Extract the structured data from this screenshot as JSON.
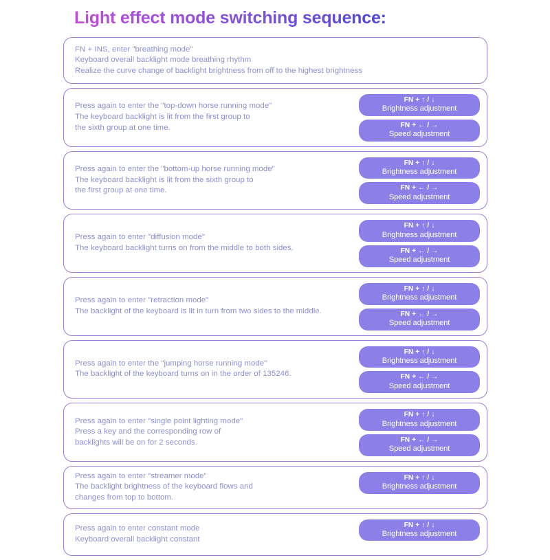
{
  "header": {
    "title": "Light effect mode switching sequence:",
    "gradient_from": "#c24fd6",
    "gradient_to": "#4f46d8"
  },
  "theme": {
    "page_background": "#ffffff",
    "card_border": "#9f7fd6",
    "card_background": "#ffffff",
    "body_text": "#8b8ed4",
    "badge_background": "#8d7fe8",
    "badge_text": "#ffffff"
  },
  "labels": {
    "brightness_combo": "FN + ↑ / ↓",
    "brightness_label": "Brightness adjustment",
    "speed_combo": "FN + ← / →",
    "speed_label": "Speed adjustment"
  },
  "cards": [
    {
      "id": "breathing-mode",
      "text": "FN + INS, enter \"breathing mode\"\nKeyboard overall backlight mode breathing rhythm\nRealize the curve change of backlight brightness from off to the highest brightness",
      "badges": []
    },
    {
      "id": "top-down-horse-running-mode",
      "text": "Press again to enter the \"top-down horse running mode\"\nThe keyboard backlight is lit from the first group to\nthe sixth group at one time.",
      "badges": [
        "brightness",
        "speed"
      ]
    },
    {
      "id": "bottom-up-horse-running-mode",
      "text": "Press again to enter the \"bottom-up horse running mode\"\nThe keyboard backlight is lit from the sixth group to\nthe first group at one time.",
      "badges": [
        "brightness",
        "speed"
      ]
    },
    {
      "id": "diffusion-mode",
      "text": "Press again to enter \"diffusion mode\"\nThe keyboard backlight turns on from the middle to both sides.",
      "badges": [
        "brightness",
        "speed"
      ]
    },
    {
      "id": "retraction-mode",
      "text": "Press again to enter \"retraction mode\"\nThe backlight of the keyboard is lit in turn from two sides to the middle.",
      "badges": [
        "brightness",
        "speed"
      ]
    },
    {
      "id": "jumping-horse-running-mode",
      "text": "Press again to enter the \"jumping horse running mode\"\nThe backlight of the keyboard turns on in the order of 135246.",
      "badges": [
        "brightness",
        "speed"
      ]
    },
    {
      "id": "single-point-lighting-mode",
      "text": "Press again to enter \"single point lighting mode\"\nPress a key and the corresponding row of\nbacklights will be on for 2 seconds.",
      "badges": [
        "brightness",
        "speed"
      ]
    },
    {
      "id": "streamer-mode",
      "text": "Press again to enter \"streamer mode\"\nThe backlight brightness of the keyboard flows and\nchanges from top to bottom.",
      "badges": [
        "brightness"
      ]
    },
    {
      "id": "constant-mode",
      "text": "Press again to enter constant mode\nKeyboard overall backlight constant",
      "badges": [
        "brightness"
      ]
    }
  ]
}
